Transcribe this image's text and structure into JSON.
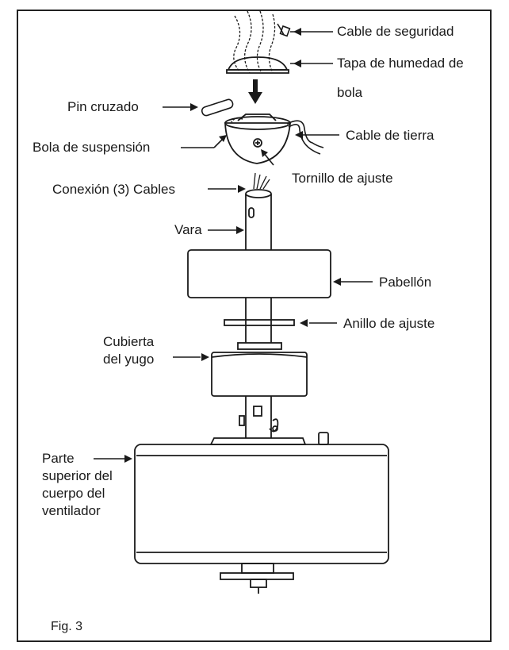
{
  "labels": {
    "safety_cable": "Cable de seguridad",
    "moisture_cap_line1": "Tapa de humedad de",
    "moisture_cap_line2": "bola",
    "cross_pin": "Pin cruzado",
    "ground_wire": "Cable de tierra",
    "hanger_ball": "Bola de suspensión",
    "set_screw": "Tornillo de ajuste",
    "wires": "Conexión (3) Cables",
    "downrod": "Vara",
    "canopy": "Pabellón",
    "trim_ring": "Anillo de ajuste",
    "yoke_cover_line1": "Cubierta",
    "yoke_cover_line2": "del yugo",
    "motor_top_line1": "Parte",
    "motor_top_line2": "superior del",
    "motor_top_line3": "cuerpo del",
    "motor_top_line4": "ventilador"
  },
  "figure_caption": "Fig. 3",
  "colors": {
    "line": "#1a1a1a",
    "background": "#ffffff"
  }
}
